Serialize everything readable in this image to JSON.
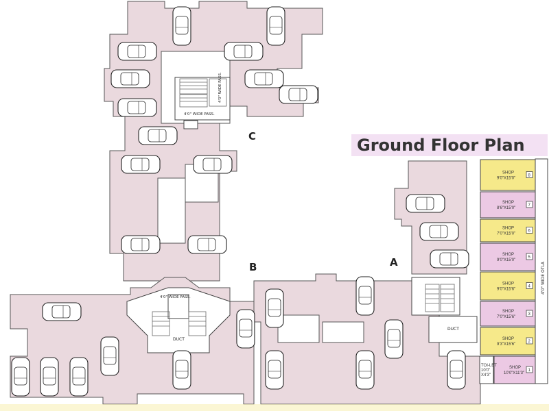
{
  "title": "Ground Floor Plan",
  "wing_labels": {
    "a": "A",
    "b": "B",
    "c": "C"
  },
  "passage_labels": {
    "wing_c_stair": "4'0\" WIDE PASS.",
    "wing_c_side": "4'0\" WIDE PASS.",
    "wing_b_stair": "4'0\" WIDE PASS.",
    "otla": "4'0\" WIDE OTLA"
  },
  "duct_labels": {
    "wing_b": "DUCT",
    "wing_a": "DUCT"
  },
  "shops": [
    {
      "number": "8",
      "label": "SHOP",
      "size": "9'0\"X15'0\"",
      "color": "#f6e98a"
    },
    {
      "number": "7",
      "label": "SHOP",
      "size": "8'6\"X15'0\"",
      "color": "#ecc9e4"
    },
    {
      "number": "6",
      "label": "SHOP",
      "size": "7'0\"X15'0\"",
      "color": "#f6e98a"
    },
    {
      "number": "5",
      "label": "SHOP",
      "size": "9'0\"X15'0\"",
      "color": "#ecc9e4"
    },
    {
      "number": "4",
      "label": "SHOP",
      "size": "9'0\"X15'6\"",
      "color": "#f6e98a"
    },
    {
      "number": "3",
      "label": "SHOP",
      "size": "7'0\"X15'6\"",
      "color": "#ecc9e4"
    },
    {
      "number": "2",
      "label": "SHOP",
      "size": "9'3\"X15'6\"",
      "color": "#f6e98a"
    },
    {
      "number": "1",
      "label": "SHOP",
      "size": "10'0\"X11'3\"",
      "color": "#ecc9e4"
    }
  ],
  "toilet": {
    "label": "TOI-LET",
    "size": "10'0\"",
    "size2": "X4'3\""
  },
  "colors": {
    "slab": "#ead9de",
    "shop_yellow": "#f6e98a",
    "shop_pink": "#ecc9e4",
    "title_highlight": "#e9c9e9"
  }
}
